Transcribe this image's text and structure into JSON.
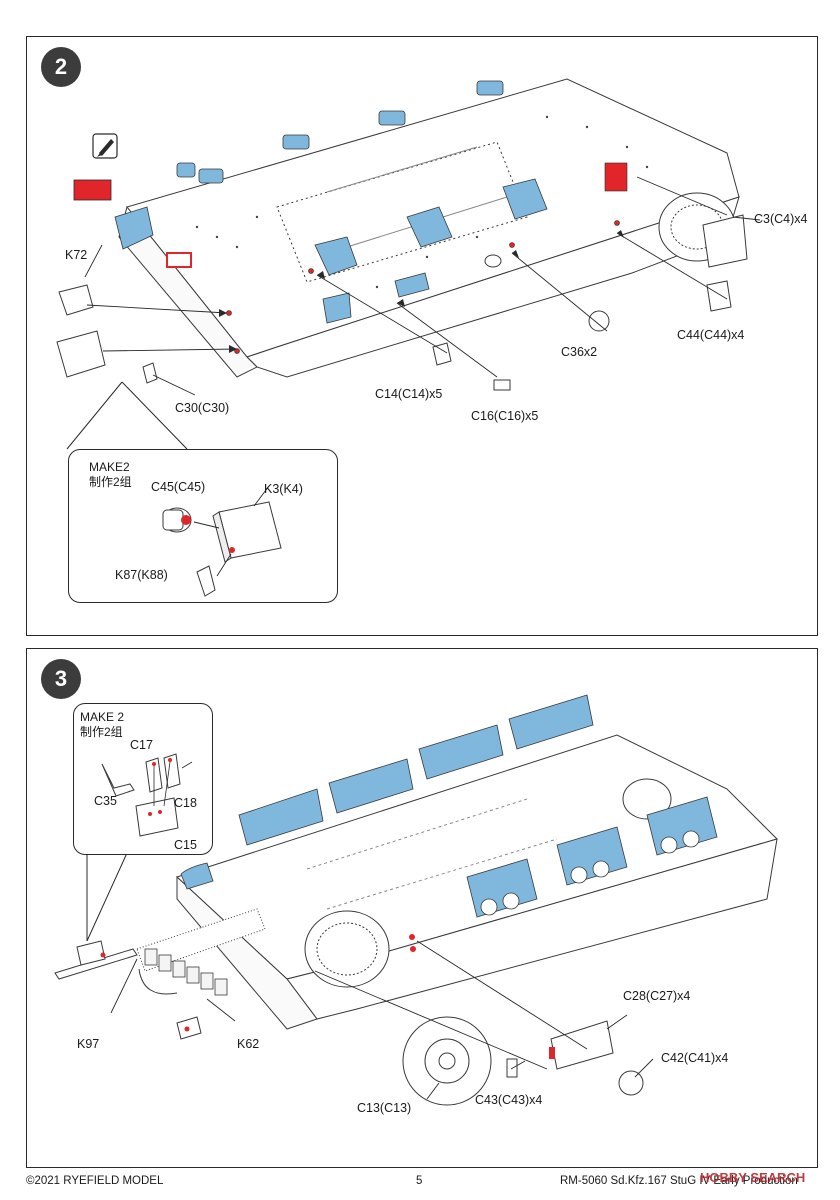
{
  "steps": {
    "step2": {
      "number": "2",
      "labels": {
        "k72": "K72",
        "c3": "C3(C4)x4",
        "c44": "C44(C44)x4",
        "c36": "C36x2",
        "c14": "C14(C14)x5",
        "c16": "C16(C16)x5",
        "c30": "C30(C30)"
      },
      "subassembly": {
        "title_en": "MAKE2",
        "title_cn": "制作2组",
        "c45": "C45(C45)",
        "k3": "K3(K4)",
        "k87": "K87(K88)"
      }
    },
    "step3": {
      "number": "3",
      "labels": {
        "c28": "C28(C27)x4",
        "c42": "C42(C41)x4",
        "c43": "C43(C43)x4",
        "c13": "C13(C13)",
        "k97": "K97",
        "k62": "K62"
      },
      "subassembly": {
        "title_en": "MAKE 2",
        "title_cn": "制作2组",
        "c17": "C17",
        "c35": "C35",
        "c18": "C18",
        "c15": "C15"
      }
    }
  },
  "footer": {
    "copyright": "©2021 RYEFIELD MODEL",
    "page": "5",
    "product": "RM-5060 Sd.Kfz.167 StuG IV Early Production",
    "watermark": "HOBBY SEARCH"
  },
  "colors": {
    "part_highlight": "#7fb8dc",
    "paint_mark": "#e0262b",
    "ink": "#2a2a2a"
  },
  "icons": [
    "brush-icon",
    "paint-swatch"
  ]
}
